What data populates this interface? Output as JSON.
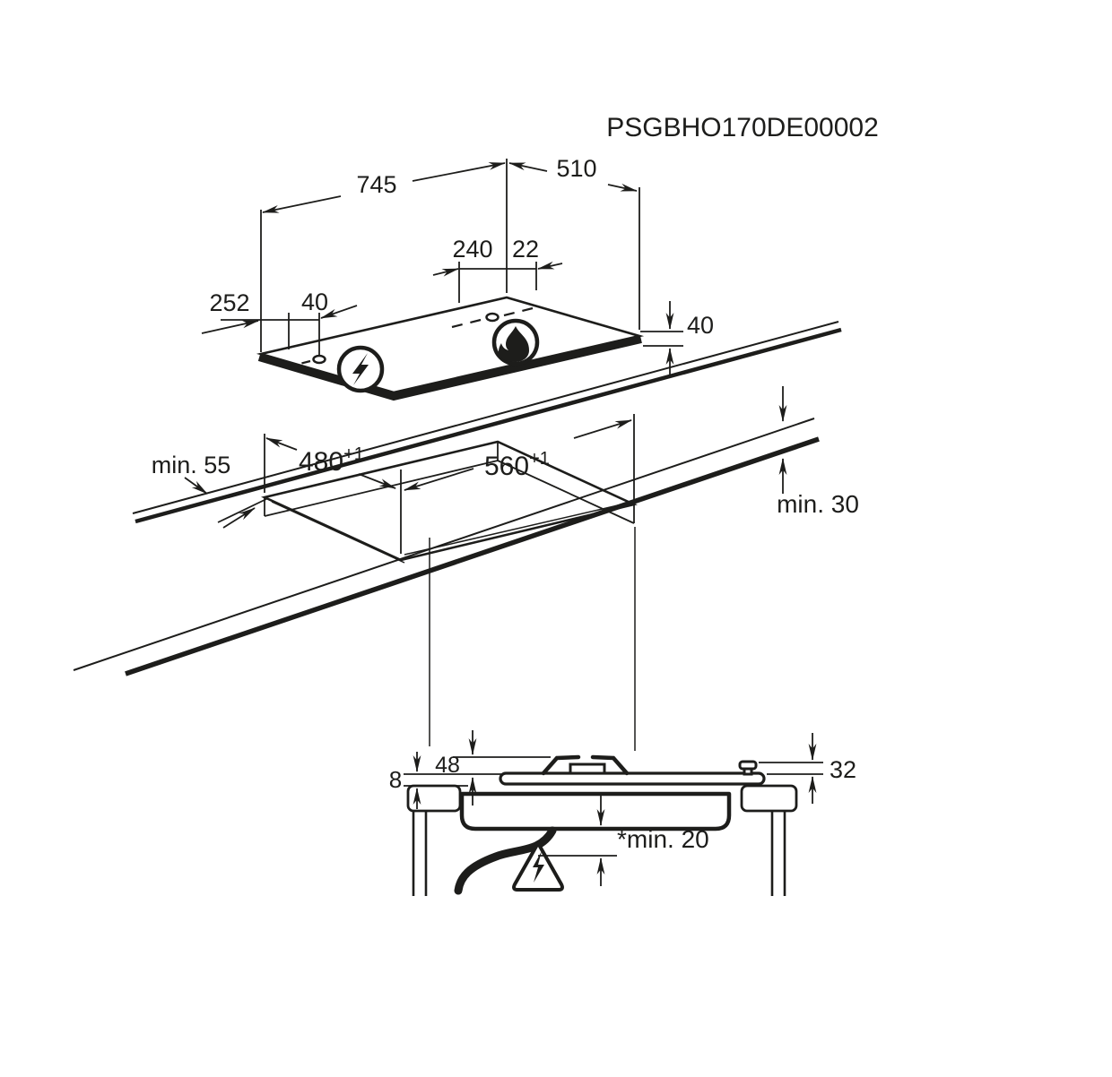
{
  "title": "PSGBHO170DE00002",
  "colors": {
    "line": "#1d1d1b",
    "background": "#ffffff"
  },
  "icons": {
    "electric": "lightning-circle-icon",
    "gas": "flame-circle-icon",
    "hazard": "electric-hazard-triangle-icon"
  },
  "hob_view": {
    "width": "745",
    "depth": "510",
    "burner_offset_a": "240",
    "burner_offset_b": "22",
    "ignition_offset_a": "252",
    "ignition_offset_b": "40",
    "edge_height": "40"
  },
  "cutout_view": {
    "front_clearance": "min. 55",
    "cutout_depth": "480",
    "cutout_depth_tolerance": "+1",
    "cutout_width": "560",
    "cutout_width_tolerance": "+1",
    "worktop_thickness": "min. 30"
  },
  "section_view": {
    "glass_height": "8",
    "burner_height": "48",
    "connector_height": "32",
    "clearance_below": "*min. 20"
  }
}
